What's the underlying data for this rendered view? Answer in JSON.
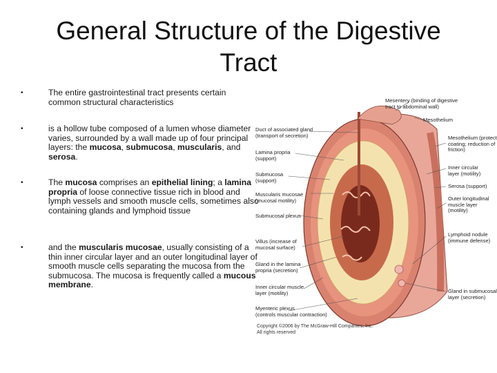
{
  "title": "General Structure of the Digestive Tract",
  "bullets": [
    {
      "parts": [
        {
          "text": "The entire gastrointestinal tract presents certain common structural characteristics"
        }
      ]
    },
    {
      "parts": [
        {
          "text": "is a hollow tube composed of a lumen whose diameter varies, surrounded by a wall made up of four principal layers: the "
        },
        {
          "text": "mucosa",
          "bold": true
        },
        {
          "text": ", "
        },
        {
          "text": "submucosa",
          "bold": true
        },
        {
          "text": ", "
        },
        {
          "text": "muscularis",
          "bold": true
        },
        {
          "text": ", and "
        },
        {
          "text": "serosa",
          "bold": true
        },
        {
          "text": "."
        }
      ]
    },
    {
      "parts": [
        {
          "text": "The "
        },
        {
          "text": "mucosa",
          "bold": true
        },
        {
          "text": " comprises an "
        },
        {
          "text": "epithelial lining",
          "bold": true
        },
        {
          "text": "; a "
        },
        {
          "text": "lamina propria",
          "bold": true
        },
        {
          "text": " of loose connective tissue rich in blood and lymph vessels and smooth muscle cells, sometimes also containing glands and lymphoid tissue"
        }
      ]
    },
    {
      "parts": [
        {
          "text": "and the "
        },
        {
          "text": "muscularis mucosae",
          "bold": true
        },
        {
          "text": ", usually consisting of a thin inner circular layer and an outer longitudinal layer of smooth muscle cells separating the mucosa from the submucosa. The mucosa is frequently called a "
        },
        {
          "text": "mucous membrane",
          "bold": true
        },
        {
          "text": "."
        }
      ]
    }
  ],
  "figure": {
    "labels": {
      "mesentery_1": "Mesentery (binding of digestive",
      "mesentery_2": "tract to abdominal wall)",
      "mesothelium": "Mesothelium",
      "duct_1": "Duct of associated gland",
      "duct_2": "(transport of secretion)",
      "lamina_1": "Lamina propria",
      "lamina_2": "(support)",
      "submucosa_1": "Submucosa",
      "submucosa_2": "(support)",
      "muscmuc_1": "Muscularis mucosae",
      "muscmuc_2": "(mucosal motility)",
      "submucplexus": "Submucosal plexus",
      "villus_1": "Villus (increase of",
      "villus_2": "mucosal surface)",
      "gland_lp_1": "Gland in the lamina",
      "gland_lp_2": "propria (secretion)",
      "inner_left_1": "Inner circular muscle",
      "inner_left_2": "layer (motility)",
      "myenteric_1": "Myenteric plexus",
      "myenteric_2": "(controls muscular contraction)",
      "mesoprot_1": "Mesothelium (protective",
      "mesoprot_2": "coating; reduction of",
      "mesoprot_3": "friction)",
      "inner_right_1": "Inner circular",
      "inner_right_2": "layer (motility)",
      "serosa": "Serosa (support)",
      "outer_1": "Outer longitudinal",
      "outer_2": "muscle layer",
      "outer_3": "(motility)",
      "lymph_1": "Lymphoid nodule",
      "lymph_2": "(immune defense)",
      "glandsub_1": "Gland in submucosal",
      "glandsub_2": "layer (secretion)"
    },
    "copyright_1": "Copyright ©2006 by The McGraw-Hill Companies, Inc.",
    "copyright_2": "All rights reserved"
  },
  "colors": {
    "serosa": "#e9a79a",
    "muscle_outer": "#d9826f",
    "submucosa": "#f4e2ae",
    "mucosa": "#c76a4c",
    "lumen": "#7a2a1c",
    "leader": "#555555"
  }
}
